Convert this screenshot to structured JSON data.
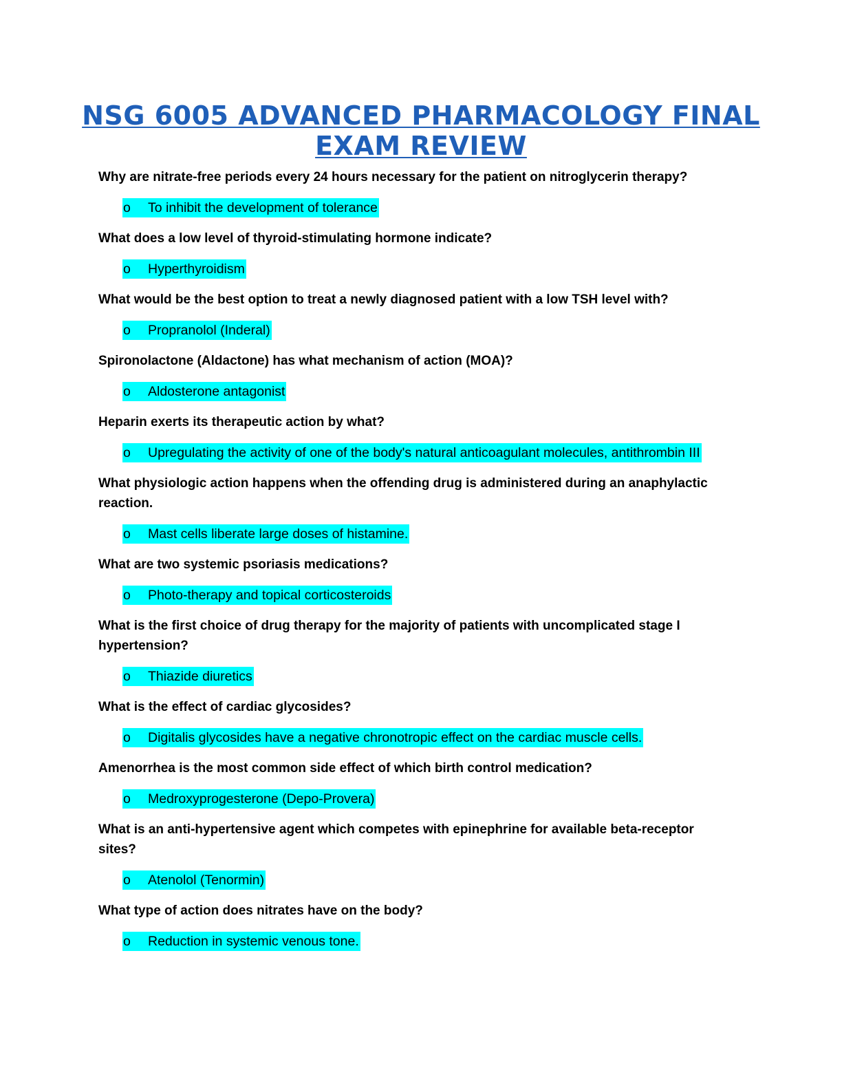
{
  "title": {
    "line1": "NSG 6005 ADVANCED PHARMACOLOGY FINAL",
    "line2": "EXAM REVIEW",
    "color": "#1f5fb8"
  },
  "bullet_glyph": "o",
  "highlight_color": "#00ffff",
  "items": [
    {
      "q": "Why are nitrate-free periods every 24 hours necessary for the patient on nitroglycerin therapy?",
      "a": "To inhibit the development of tolerance"
    },
    {
      "q": "What does a low level of thyroid-stimulating hormone indicate?",
      "a": "Hyperthyroidism"
    },
    {
      "q": "What would be the best option to treat a newly diagnosed patient with a low TSH level with?",
      "a": "Propranolol (Inderal)"
    },
    {
      "q": "Spironolactone (Aldactone) has what mechanism of action (MOA)?",
      "a": "Aldosterone antagonist"
    },
    {
      "q": "Heparin exerts its therapeutic action by what?",
      "a": "Upregulating the activity of one of the body's natural anticoagulant molecules, antithrombin III"
    },
    {
      "q": "What physiologic action happens when the offending drug is administered during an anaphylactic reaction.",
      "a": "Mast cells liberate large doses of histamine."
    },
    {
      "q": "What are two systemic psoriasis medications?",
      "a": "Photo-therapy and topical corticosteroids"
    },
    {
      "q": "What is the first choice of drug therapy for the majority of patients with uncomplicated stage I hypertension?",
      "a": "Thiazide diuretics"
    },
    {
      "q": "What is the effect of cardiac glycosides?",
      "a": "Digitalis glycosides have a negative chronotropic effect on the cardiac muscle cells."
    },
    {
      "q": "Amenorrhea is the most common side effect of which birth control medication?",
      "a": "Medroxyprogesterone (Depo-Provera)"
    },
    {
      "q": "What is an anti-hypertensive agent which competes with epinephrine for available beta-receptor sites?",
      "a": "Atenolol (Tenormin)"
    },
    {
      "q": "What type of action does nitrates have on the body?",
      "a": "Reduction in systemic venous tone."
    }
  ]
}
